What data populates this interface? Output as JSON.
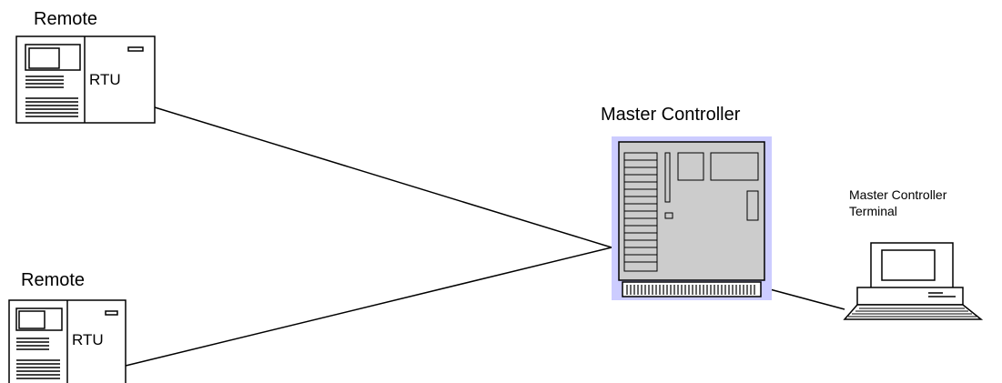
{
  "remote_top": {
    "title": "Remote",
    "unit_label": "RTU"
  },
  "remote_bottom": {
    "title": "Remote",
    "unit_label": "RTU"
  },
  "master_controller": {
    "title": "Master Controller",
    "board_color": "#cccccc",
    "frame_color": "#ccccff"
  },
  "terminal": {
    "title_line1": "Master Controller",
    "title_line2": "Terminal"
  }
}
